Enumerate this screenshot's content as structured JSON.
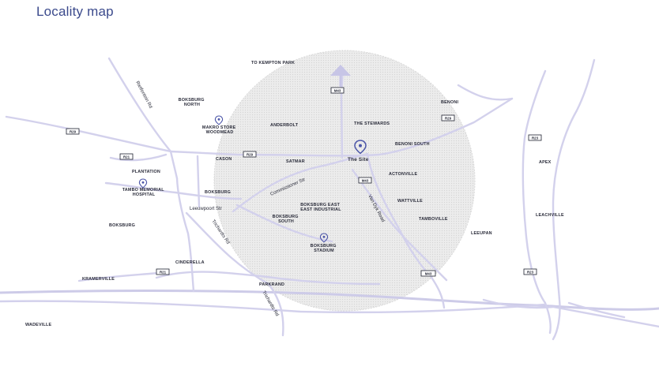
{
  "title": "Locality map",
  "direction": {
    "label": "TO KEMPTON PARK"
  },
  "site": {
    "label": "The Site",
    "icon": "location-pin-icon"
  },
  "colors": {
    "accent": "#3b4a8c",
    "roads": "#d3d1ec",
    "pin": "#4b55a8",
    "radius_fill": "#e8e8e8"
  },
  "places": {
    "boksburg_north": [
      "BOKSBURG",
      "NORTH"
    ],
    "makro": [
      "MAKRO STORE",
      "WOODMEAD"
    ],
    "anderbolt": "ANDERBOLT",
    "the_stewards": "THE STEWARDS",
    "benoni": "BENONI",
    "benoni_south": "BENONI SOUTH",
    "apex": "APEX",
    "cason": "CASON",
    "satmar": "SATMAR",
    "actonville": "ACTONVILLE",
    "plantation": "PLANTATION",
    "tambo": [
      "TAMBO MEMORIAL",
      "HOSPITAL"
    ],
    "boksburg": "BOKSBURG",
    "wattville": "WATTVILLE",
    "leachville": "LEACHVILLE",
    "boksburg_east": [
      "BOKSBURG EAST",
      "EAST INDUSTRIAL"
    ],
    "boksburg_south": [
      "BOKSBURG",
      "SOUTH"
    ],
    "tamboville": "TAMBOVILLE",
    "boksburg_west": "BOKSBURG",
    "leeupan": "LEEUPAN",
    "boksburg_stadium": [
      "BOKSBURG",
      "STADIUM"
    ],
    "cinderella": "CINDERELLA",
    "parkrand": "PARKRAND",
    "kramerville": "KRAMERVILLE",
    "wadeville": "WADEVILLE"
  },
  "roads": {
    "rietfontein": "Rietfontein Rd",
    "commissioner": "Commissioner Str",
    "leeuwpoort": "Leeuwpoort Str",
    "trichardts_north": "Trichardts Rd",
    "trichardts_south": "Trichardts Rd",
    "van_dyk": "Van Dyk Road"
  },
  "shields": {
    "m43_top": "M43",
    "r29_left": "R29",
    "r29_right": "R29",
    "r21_left": "R21",
    "r29_mid": "R29",
    "m43_mid": "M43",
    "r23_top": "R23",
    "r21_bottom": "R21",
    "m43_bottom": "M43",
    "r23_bottom": "R23"
  }
}
